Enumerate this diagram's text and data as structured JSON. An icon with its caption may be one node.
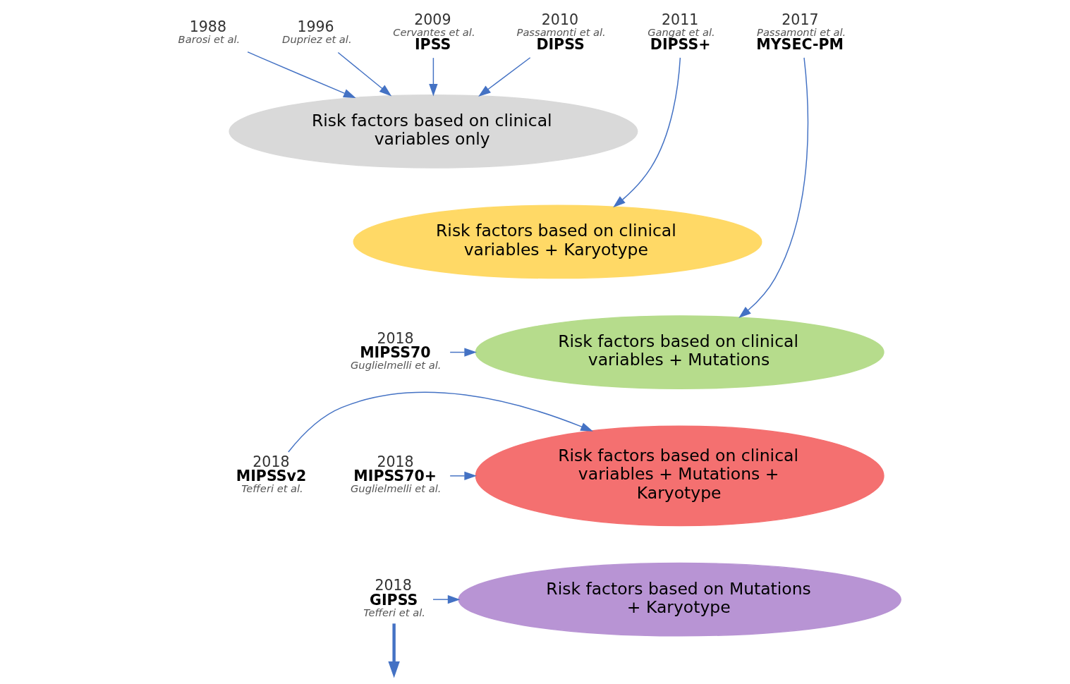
{
  "diagram": {
    "nodes": [
      {
        "text": [
          "1988",
          "Barosi et al."
        ]
      },
      {
        "text": [
          "1996",
          "Dupriez et al."
        ]
      },
      {
        "text": [
          "2009",
          "Cervantes et al.",
          "IPSS"
        ]
      },
      {
        "text": [
          "2010",
          "Passamonti et al.",
          "DIPSS"
        ]
      },
      {
        "text": [
          "2011",
          "Gangat et al.",
          "DIPSS+"
        ]
      },
      {
        "text": [
          "2017",
          "Passamonti et al.",
          "MYSEC-PM"
        ]
      },
      {
        "text": [
          "Risk factors based on clinical variables only"
        ]
      },
      {
        "text": [
          "Risk factors based on clinical variables + Karyotype"
        ]
      },
      {
        "text": [
          "Risk factors based on clinical variables + Mutations"
        ]
      },
      {
        "text": [
          "Risk factors based on clinical variables + Mutations + Karyotype"
        ]
      },
      {
        "text": [
          "Risk factors based on Mutations + Karyotype"
        ]
      },
      {
        "text": [
          "2018",
          "MIPSS70",
          "Guglielmelli et al."
        ]
      },
      {
        "text": [
          "2018",
          "MIPSS70+",
          "Guglielmelli et al."
        ]
      },
      {
        "text": [
          "2018",
          "MIPSSv2",
          "Tefferi et al."
        ]
      },
      {
        "text": [
          "2018",
          "GIPSS",
          "Tefferi et al."
        ]
      }
    ],
    "edges": [
      {
        "from": 0,
        "to": 6,
        "arrow": "to"
      },
      {
        "from": 1,
        "to": 6,
        "arrow": "to"
      },
      {
        "from": 2,
        "to": 6,
        "arrow": "to"
      },
      {
        "from": 3,
        "to": 6,
        "arrow": "to"
      },
      {
        "from": 4,
        "to": 7,
        "arrow": "to"
      },
      {
        "from": 5,
        "to": 8,
        "arrow": "to"
      },
      {
        "from": 11,
        "to": 8,
        "arrow": "to"
      },
      {
        "from": 12,
        "to": 9,
        "arrow": "to"
      },
      {
        "from": 13,
        "to": 9,
        "arrow": "to"
      },
      {
        "from": 14,
        "to": 10,
        "arrow": "to"
      },
      {
        "from": 14,
        "to": null,
        "arrow": "to",
        "style": "thick"
      }
    ]
  }
}
